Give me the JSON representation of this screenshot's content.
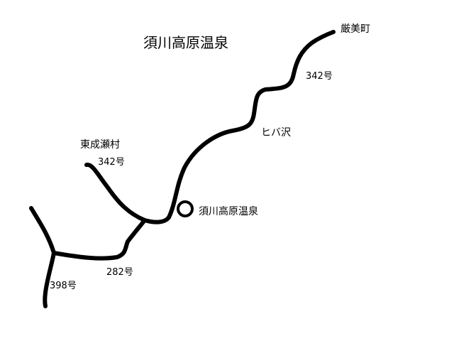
{
  "map": {
    "title": "須川高原温泉",
    "destination": {
      "name": "須川高原温泉",
      "icon": "circle-marker-icon"
    },
    "places": {
      "genbi": "厳美町",
      "hiba": "ヒバ沢",
      "higashinaruse": "東成瀬村"
    },
    "routes": {
      "r342_east": "342号",
      "r342_west": "342号",
      "r282": "282号",
      "r398": "398号"
    },
    "colors": {
      "line": "#000000",
      "background": "#ffffff"
    }
  }
}
